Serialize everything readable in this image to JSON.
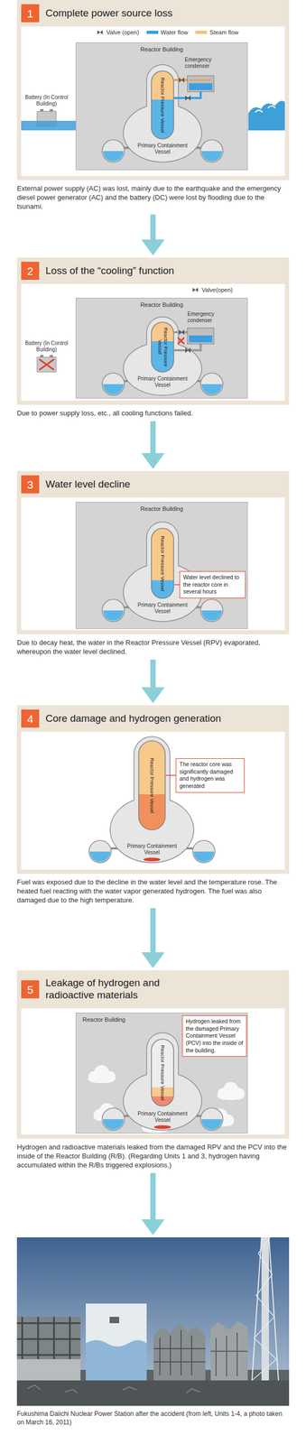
{
  "diagram": {
    "nodes": [
      {
        "text": [
          "Complete power source loss",
          "External power supply (AC) was lost, mainly due to the earthquake and the emergency diesel power generator (AC) and the battery (DC) were lost by flooding due to the tsunami."
        ]
      },
      {
        "text": [
          "1"
        ],
        "in": 0
      },
      {
        "text": [
          "Reactor Building"
        ],
        "in": 0
      },
      {
        "text": [
          "Primary Containment Vessel"
        ],
        "in": 2
      },
      {
        "text": [
          "Reactor Pressure Vessel"
        ],
        "in": 3
      },
      {
        "text": [
          "Loss of the “cooling” function",
          "Due to power supply loss, etc., all cooling functions failed."
        ]
      },
      {
        "text": [
          "2"
        ],
        "in": 5
      },
      {
        "text": [
          "Reactor Building"
        ],
        "in": 5
      },
      {
        "text": [
          "Primary Containment Vessel"
        ],
        "in": 7
      },
      {
        "text": [
          "Reactor Pressure Vessel"
        ],
        "in": 8
      },
      {
        "text": [
          "Water level decline",
          "Due to decay heat, the water in the Reactor Pressure Vessel (RPV) evaporated, whereupon the water level declined."
        ]
      },
      {
        "text": [
          "3"
        ],
        "in": 10
      },
      {
        "text": [
          "Reactor Building"
        ],
        "in": 10
      },
      {
        "text": [
          "Primary Containment Vessel"
        ],
        "in": 12
      },
      {
        "text": [
          "Reactor Pressure Vessel"
        ],
        "in": 13
      },
      {
        "text": [
          "Water level declined to the reactor core in several hours"
        ],
        "in": 12
      },
      {
        "text": [
          "Core damage and hydrogen generation",
          "Fuel was exposed due to the decline in the water level and the temperature rose. The heated fuel reacting with the water vapor generated hydrogen. The fuel was also damaged due to the high temperature."
        ]
      },
      {
        "text": [
          "4"
        ],
        "in": 16
      },
      {
        "text": [
          "Primary Containment Vessel"
        ],
        "in": 16
      },
      {
        "text": [
          "Reactor Pressure Vessel"
        ],
        "in": 18
      },
      {
        "text": [
          "The reactor core was significantly damaged and hydrogen was generated"
        ],
        "in": 16
      },
      {
        "text": [
          "Leakage of hydrogen and radioactive materials",
          "Hydrogen and radioactive materials leaked from the damaged RPV and the PCV into the inside of the Reactor Building (R/B). (Regarding Units 1 and 3, hydrogen having accumulated within the R/Bs triggered explosions.)"
        ]
      },
      {
        "text": [
          "5"
        ],
        "in": 21
      },
      {
        "text": [
          "Reactor Building"
        ],
        "in": 21
      },
      {
        "text": [
          "Primary Containment Vessel"
        ],
        "in": 23
      },
      {
        "text": [
          "Reactor Pressure Vessel"
        ],
        "in": 24
      },
      {
        "text": [
          "Hydrogen leaked from the damaged Primary Containment Vessel (PCV) into the inside of the building."
        ],
        "in": 23
      },
      {
        "text": [
          "Fukushima Daiichi Nuclear Power Station after the accident (from left, Units 1-4, a photo taken on March 16, 2011)"
        ]
      }
    ],
    "edges": [
      {
        "from": 0,
        "to": 5,
        "arrow": "to"
      },
      {
        "from": 5,
        "to": 10,
        "arrow": "to"
      },
      {
        "from": 10,
        "to": 16,
        "arrow": "to"
      },
      {
        "from": 16,
        "to": 21,
        "arrow": "to"
      },
      {
        "from": 21,
        "to": 27,
        "arrow": "to"
      },
      {
        "from": 15,
        "to": 14,
        "arrow": "none"
      },
      {
        "from": 20,
        "to": 19,
        "arrow": "none"
      }
    ],
    "labels": [
      "Battery (In Control Building)",
      "Emergency condenser",
      "Battery (In Control Building)",
      "Emergency condenser"
    ],
    "legend": [
      {
        "text": "Valve (open)"
      },
      {
        "text": "Water flow",
        "color": "#3a9fe0"
      },
      {
        "text": "Steam flow",
        "color": "#f5c07a"
      },
      {
        "text": "Valve(open)"
      }
    ]
  }
}
